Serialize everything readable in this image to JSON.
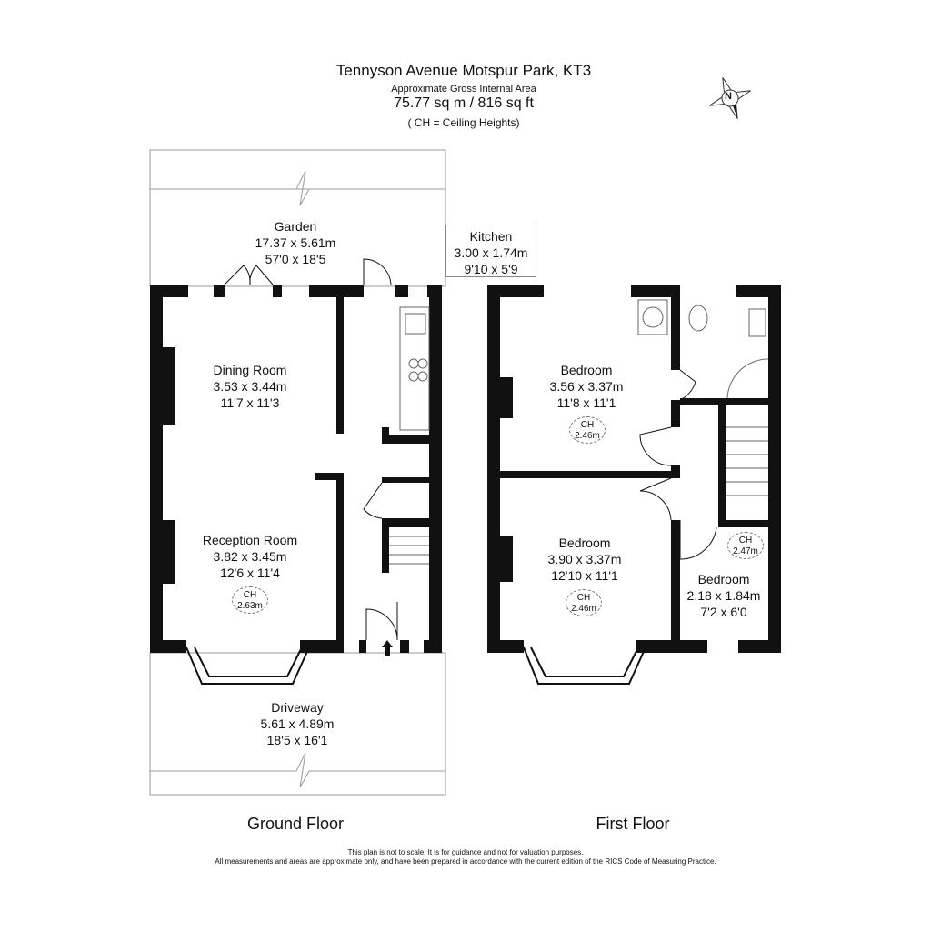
{
  "header": {
    "title": "Tennyson Avenue Motspur Park, KT3",
    "subtitle": "Approximate Gross Internal Area",
    "area": "75.77 sq m /  816 sq ft",
    "ch_note": "( CH = Ceiling Heights)"
  },
  "compass": {
    "label": "N"
  },
  "ground_floor": {
    "label": "Ground Floor",
    "garden": {
      "name": "Garden",
      "metric": "17.37 x 5.61m",
      "imperial": "57'0 x 18'5"
    },
    "kitchen": {
      "name": "Kitchen",
      "metric": "3.00 x 1.74m",
      "imperial": "9'10 x 5'9"
    },
    "dining": {
      "name": "Dining Room",
      "metric": "3.53 x 3.44m",
      "imperial": "11'7 x 11'3"
    },
    "reception": {
      "name": "Reception Room",
      "metric": "3.82 x 3.45m",
      "imperial": "12'6 x 11'4",
      "ch_label": "CH",
      "ch_value": "2.63m"
    },
    "driveway": {
      "name": "Driveway",
      "metric": "5.61 x 4.89m",
      "imperial": "18'5 x 16'1"
    }
  },
  "first_floor": {
    "label": "First Floor",
    "bedroom1": {
      "name": "Bedroom",
      "metric": "3.56 x 3.37m",
      "imperial": "11'8 x 11'1",
      "ch_label": "CH",
      "ch_value": "2.46m"
    },
    "bedroom2": {
      "name": "Bedroom",
      "metric": "3.90 x 3.37m",
      "imperial": "12'10 x 11'1",
      "ch_label": "CH",
      "ch_value": "2.46m"
    },
    "bedroom3": {
      "name": "Bedroom",
      "metric": "2.18 x 1.84m",
      "imperial": "7'2 x 6'0",
      "ch_label": "CH",
      "ch_value": "2.47m"
    }
  },
  "disclaimer": {
    "line1": "This plan is not to scale. It is for guidance and not for valuation purposes.",
    "line2": "All measurements and areas are approximate only, and have been prepared in accordance with the current edition of the RICS Code of Measuring Practice."
  }
}
